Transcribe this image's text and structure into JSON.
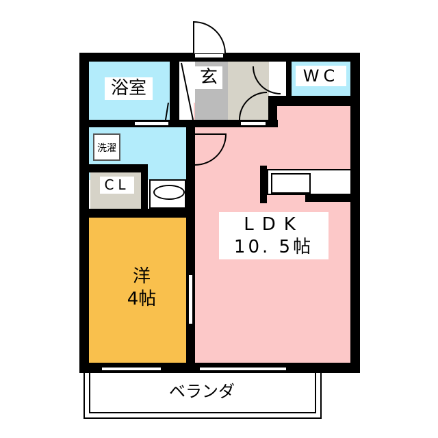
{
  "rooms": {
    "bath": {
      "label": "浴室",
      "color": "#b3ecfb"
    },
    "entrance": {
      "label": "玄",
      "color": "#bbbbbb"
    },
    "hall_color": "#d6d3c8",
    "wc": {
      "label": "WC",
      "color": "#b3ecfb"
    },
    "laundry": {
      "label": "洗濯"
    },
    "washroom_color": "#b3ecfb",
    "closet": {
      "label": "CL",
      "color": "#d6d3c8"
    },
    "ldk": {
      "label": "LDK",
      "size": "10. 5帖",
      "color": "#fcc8c8"
    },
    "western": {
      "label": "洋",
      "size": "4帖",
      "color": "#f9c04d"
    },
    "balcony": {
      "label": "ベランダ"
    }
  }
}
